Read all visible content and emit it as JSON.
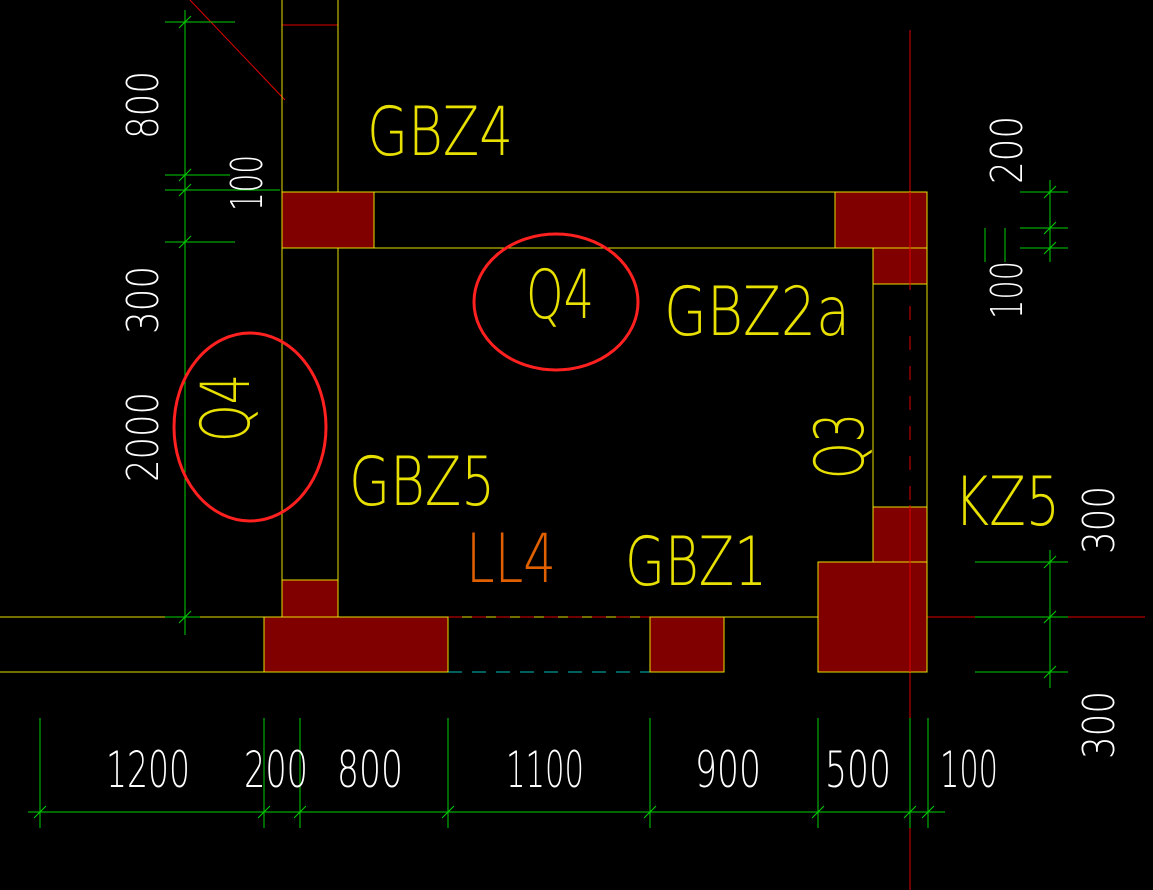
{
  "colors": {
    "background": "#000000",
    "wall_outline": "#e8e000",
    "column_fill": "#800000",
    "dimension_line": "#00d000",
    "dimension_text": "#ffffff",
    "label_text": "#e8e000",
    "beam_label": "#e06000",
    "axis_line": "#e00000",
    "highlight_circle": "#ff2020",
    "dashed_beam": "#00c0c0"
  },
  "labels": {
    "gbz4": "GBZ4",
    "q4_top": "Q4",
    "gbz2a": "GBZ2a",
    "q4_left": "Q4",
    "gbz5": "GBZ5",
    "q3": "Q3",
    "kz5": "KZ5",
    "ll4": "LL4",
    "gbz1": "GBZ1"
  },
  "dimensions": {
    "bottom": [
      "1200",
      "200",
      "800",
      "1100",
      "900",
      "500",
      "100"
    ],
    "left_top": "800",
    "left_100": "100",
    "left_300": "300",
    "left_2000": "2000",
    "right_200": "200",
    "right_100": "100",
    "right_300_upper": "300",
    "right_300_lower": "300"
  },
  "annotations": [
    {
      "name": "circle-q4-top",
      "target": "q4_top"
    },
    {
      "name": "circle-q4-left",
      "target": "q4_left"
    }
  ]
}
